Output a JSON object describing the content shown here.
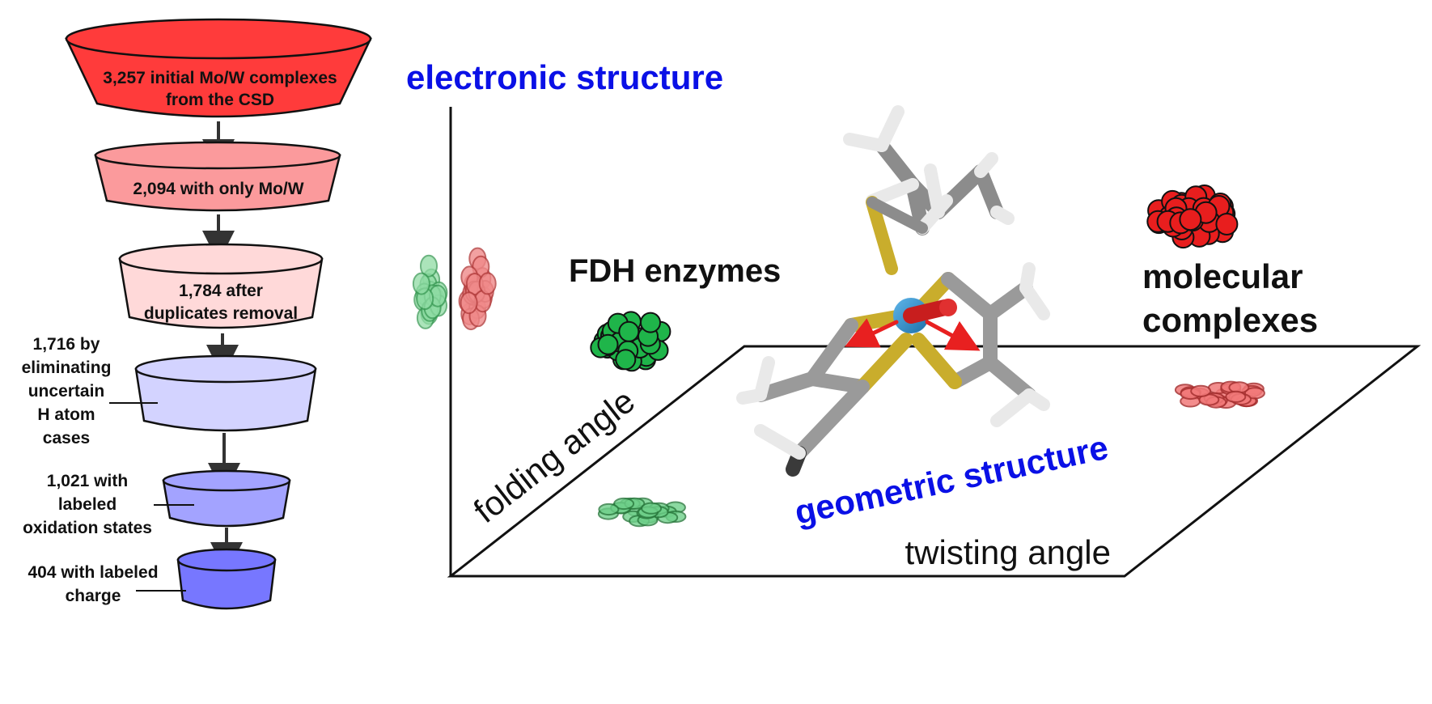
{
  "funnel": {
    "stage1": {
      "line1": "3,257 initial Mo/W complexes",
      "line2": "from the CSD",
      "color": "#ff3b3b"
    },
    "stage2": {
      "line1": "2,094 with only Mo/W",
      "color": "#fb9a9c"
    },
    "stage3": {
      "line1": "1,784 after",
      "line2": "duplicates removal",
      "color": "#ffd9d9"
    },
    "stage4": {
      "line1": "1,716 by",
      "line2": "eliminating",
      "line3": "uncertain",
      "line4": "H atom",
      "line5": "cases",
      "color": "#d3d3ff"
    },
    "stage5": {
      "line1": "1,021 with",
      "line2": "labeled",
      "line3": "oxidation states",
      "color": "#a3a3ff"
    },
    "stage6": {
      "line1": "404 with labeled",
      "line2": "charge",
      "color": "#7777ff"
    }
  },
  "plot": {
    "z_label": "electronic structure",
    "plane_label": "geometric structure",
    "x_label": "twisting angle",
    "y_label": "folding angle",
    "group_fdh": "FDH enzymes",
    "group_mol_line1": "molecular",
    "group_mol_line2": "complexes"
  },
  "colors": {
    "blue_text": "#0a10e6",
    "fdh_green": "#1fb54a",
    "molecular_red": "#e81e1e",
    "mo_atom": "#2a8fd0",
    "sulfur": "#d9c232",
    "carbon": "#9a9a9a",
    "hydrogen": "#e6e6e6",
    "oxygen": "#d42020",
    "arrow_red": "#e82020"
  },
  "icons": [
    "molecule-structure-icon"
  ]
}
